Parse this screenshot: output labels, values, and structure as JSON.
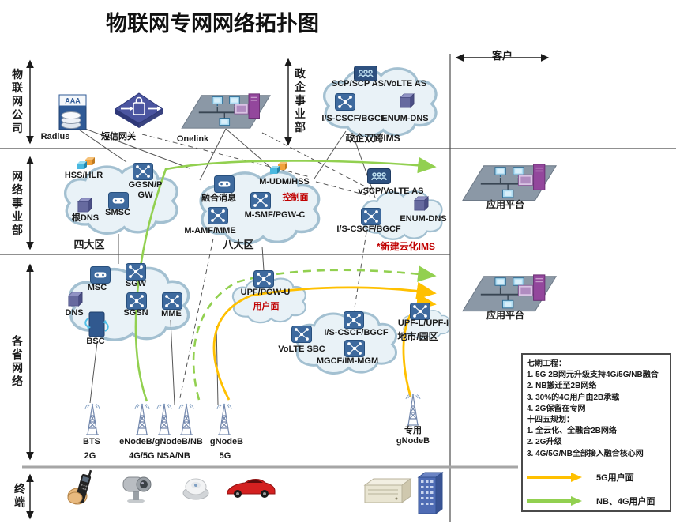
{
  "title": "物联网专网网络拓扑图",
  "sections": {
    "iot_company": "物联网公司",
    "network_div": "网络事业部",
    "gov_div": "政企事业部",
    "province_net": "各省网络",
    "terminal": "终端",
    "customer": "客户"
  },
  "top": {
    "radius": "Radius",
    "radius_badge": "AAA",
    "sms_gw": "短信网关",
    "onelink": "Onelink"
  },
  "gov_ims": {
    "scp": "SCP/SCP AS/VoLTE AS",
    "cscf": "I/S-CSCF/BGCF",
    "enum": "ENUM-DNS",
    "caption": "政企双跨IMS"
  },
  "core": {
    "hss": "HSS/HLR",
    "ggsn": "GGSN/P GW",
    "smsc": "SMSC",
    "rootdns": "根DNS",
    "four": "四大区",
    "fusion": "融合消息",
    "udm": "M-UDM/HSS",
    "smf": "M-SMF/PGW-C",
    "ctrl": "控制面",
    "amf": "M-AMF/MME",
    "eight": "八大区",
    "vscp": "vSCP/VoLTE AS",
    "enum2": "ENUM-DNS",
    "cscf2": "I/S-CSCF/BGCF",
    "newims": "*新建云化IMS"
  },
  "province": {
    "msc": "MSC",
    "sgw": "SGW",
    "dns": "DNS",
    "sgsn": "SGSN",
    "mme": "MME",
    "bsc": "BSC",
    "upf": "UPF/PGW-U",
    "userplane": "用户面",
    "volte_sbc": "VoLTE SBC",
    "cscf3": "I/S-CSCF/BGCF",
    "mgcf": "MGCF/IM-MGM",
    "upfl": "UPF-L/UPF-I",
    "city": "地市/园区"
  },
  "ran": {
    "bts": "BTS",
    "bts_t": "2G",
    "enb": "eNodeB/gNodeB/NB",
    "enb_t": "4G/5G NSA/NB",
    "gnb": "gNodeB",
    "gnb_t": "5G",
    "ded": "专用\ngNodeB"
  },
  "platforms": {
    "app1": "应用平台",
    "app2": "应用平台"
  },
  "legend": {
    "p7_title": "七期工程：",
    "p7": [
      "1. 5G 2B网元升级支持4G/5G/NB融合",
      "2. NB搬迁至2B网络",
      "3. 30%的4G用户由2B承载",
      "4. 2G保留在专网"
    ],
    "p145_title": "十四五规划：",
    "p145": [
      "1. 全云化、全融合2B网络",
      "2. 2G升级",
      "3. 4G/5G/NB全部接入融合核心网"
    ],
    "arrow_5g": "5G用户面",
    "arrow_nb": "NB、4G用户面"
  },
  "colors": {
    "plane_red": "#c00000",
    "green_flow": "#92d050",
    "yellow_flow": "#ffc000"
  }
}
